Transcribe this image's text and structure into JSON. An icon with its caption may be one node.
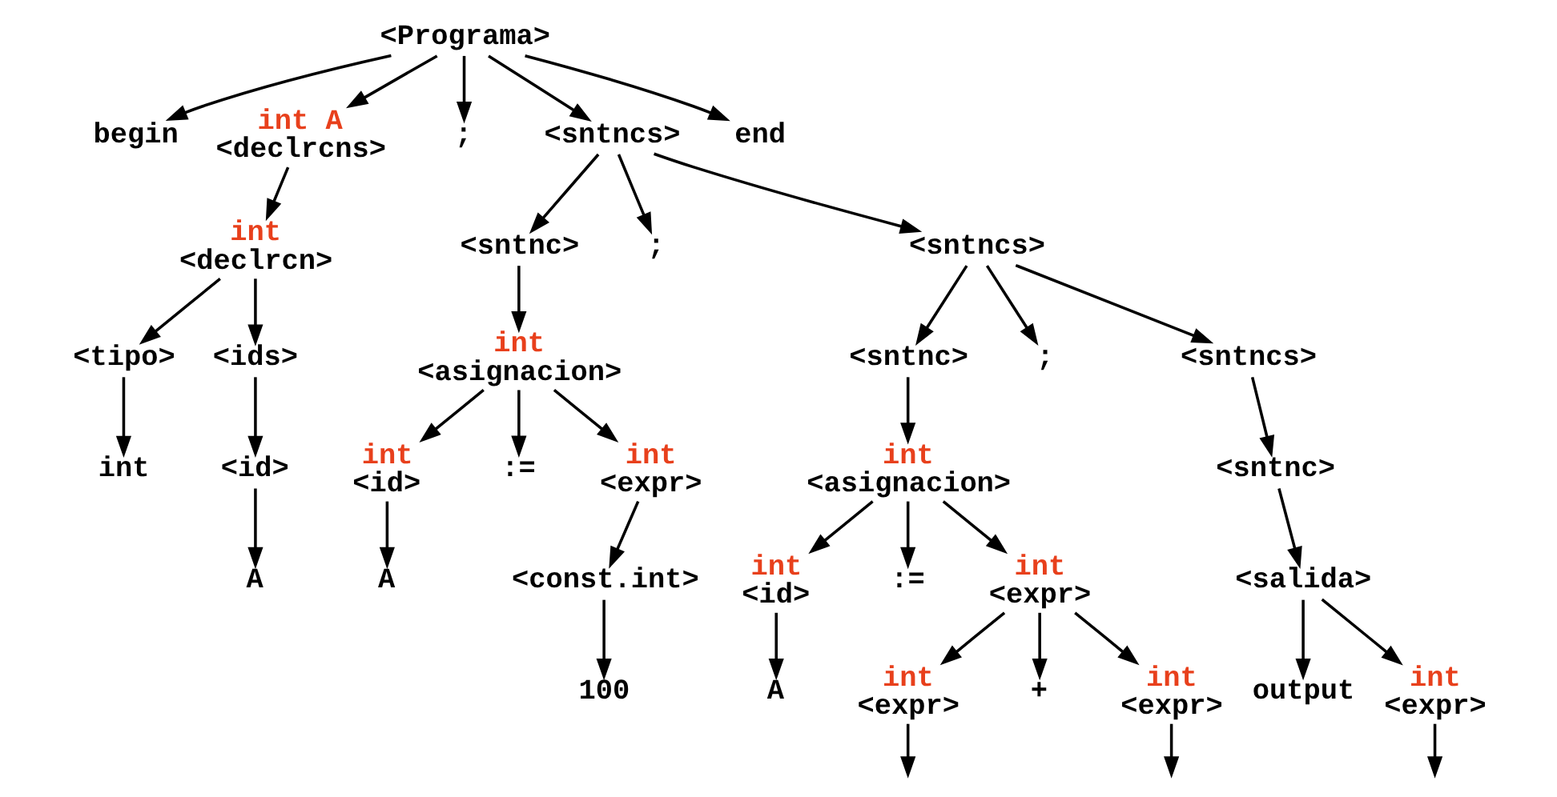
{
  "diagram": {
    "nodes": [
      {
        "text": [
          "<Programa>"
        ]
      },
      {
        "text": [
          "begin"
        ]
      },
      {
        "text": [
          "<declrcns>"
        ],
        "beside": [
          "int A"
        ]
      },
      {
        "text": [
          ";"
        ]
      },
      {
        "text": [
          "<sntncs>"
        ]
      },
      {
        "text": [
          "end"
        ]
      },
      {
        "text": [
          "<declrcn>"
        ],
        "beside": [
          "int"
        ]
      },
      {
        "text": [
          "<tipo>"
        ]
      },
      {
        "text": [
          "<ids>"
        ]
      },
      {
        "text": [
          "int"
        ]
      },
      {
        "text": [
          "<id>"
        ]
      },
      {
        "text": [
          "A"
        ]
      },
      {
        "text": [
          "<sntnc>"
        ]
      },
      {
        "text": [
          ";"
        ]
      },
      {
        "text": [
          "<sntncs>"
        ]
      },
      {
        "text": [
          "<asignacion>"
        ],
        "beside": [
          "int"
        ]
      },
      {
        "text": [
          "<id>"
        ],
        "beside": [
          "int"
        ]
      },
      {
        "text": [
          ":="
        ]
      },
      {
        "text": [
          "<expr>"
        ],
        "beside": [
          "int"
        ]
      },
      {
        "text": [
          "A"
        ]
      },
      {
        "text": [
          "<const.int>"
        ]
      },
      {
        "text": [
          "100"
        ]
      },
      {
        "text": [
          "<sntnc>"
        ]
      },
      {
        "text": [
          ";"
        ]
      },
      {
        "text": [
          "<sntncs>"
        ]
      },
      {
        "text": [
          "<asignacion>"
        ],
        "beside": [
          "int"
        ]
      },
      {
        "text": [
          "<id>"
        ],
        "beside": [
          "int"
        ]
      },
      {
        "text": [
          ":="
        ]
      },
      {
        "text": [
          "<expr>"
        ],
        "beside": [
          "int"
        ]
      },
      {
        "text": [
          "A"
        ]
      },
      {
        "text": [
          "<expr>"
        ],
        "beside": [
          "int"
        ]
      },
      {
        "text": [
          "+"
        ]
      },
      {
        "text": [
          "<expr>"
        ],
        "beside": [
          "int"
        ]
      },
      {
        "text": [
          "<sntnc>"
        ]
      },
      {
        "text": [
          "<salida>"
        ]
      },
      {
        "text": [
          "output"
        ]
      },
      {
        "text": [
          "<expr>"
        ],
        "beside": [
          "int"
        ]
      }
    ],
    "edges": [
      {
        "from": 0,
        "to": 1,
        "arrow": "to"
      },
      {
        "from": 0,
        "to": 2,
        "arrow": "to"
      },
      {
        "from": 0,
        "to": 3,
        "arrow": "to"
      },
      {
        "from": 0,
        "to": 4,
        "arrow": "to"
      },
      {
        "from": 0,
        "to": 5,
        "arrow": "to"
      },
      {
        "from": 2,
        "to": 6,
        "arrow": "to"
      },
      {
        "from": 6,
        "to": 7,
        "arrow": "to"
      },
      {
        "from": 6,
        "to": 8,
        "arrow": "to"
      },
      {
        "from": 7,
        "to": 9,
        "arrow": "to"
      },
      {
        "from": 8,
        "to": 10,
        "arrow": "to"
      },
      {
        "from": 10,
        "to": 11,
        "arrow": "to"
      },
      {
        "from": 4,
        "to": 12,
        "arrow": "to"
      },
      {
        "from": 4,
        "to": 13,
        "arrow": "to"
      },
      {
        "from": 4,
        "to": 14,
        "arrow": "to"
      },
      {
        "from": 12,
        "to": 15,
        "arrow": "to"
      },
      {
        "from": 15,
        "to": 16,
        "arrow": "to"
      },
      {
        "from": 15,
        "to": 17,
        "arrow": "to"
      },
      {
        "from": 15,
        "to": 18,
        "arrow": "to"
      },
      {
        "from": 16,
        "to": 19,
        "arrow": "to"
      },
      {
        "from": 18,
        "to": 20,
        "arrow": "to"
      },
      {
        "from": 20,
        "to": 21,
        "arrow": "to"
      },
      {
        "from": 14,
        "to": 22,
        "arrow": "to"
      },
      {
        "from": 14,
        "to": 23,
        "arrow": "to"
      },
      {
        "from": 14,
        "to": 24,
        "arrow": "to"
      },
      {
        "from": 22,
        "to": 25,
        "arrow": "to"
      },
      {
        "from": 25,
        "to": 26,
        "arrow": "to"
      },
      {
        "from": 25,
        "to": 27,
        "arrow": "to"
      },
      {
        "from": 25,
        "to": 28,
        "arrow": "to"
      },
      {
        "from": 26,
        "to": 29,
        "arrow": "to"
      },
      {
        "from": 28,
        "to": 30,
        "arrow": "to"
      },
      {
        "from": 28,
        "to": 31,
        "arrow": "to"
      },
      {
        "from": 28,
        "to": 32,
        "arrow": "to"
      },
      {
        "from": 24,
        "to": 33,
        "arrow": "to"
      },
      {
        "from": 33,
        "to": 34,
        "arrow": "to"
      },
      {
        "from": 34,
        "to": 35,
        "arrow": "to"
      },
      {
        "from": 34,
        "to": 36,
        "arrow": "to"
      },
      {
        "from": 30,
        "to": null,
        "arrow": "to"
      },
      {
        "from": 32,
        "to": null,
        "arrow": "to"
      },
      {
        "from": 36,
        "to": null,
        "arrow": "to"
      }
    ]
  }
}
